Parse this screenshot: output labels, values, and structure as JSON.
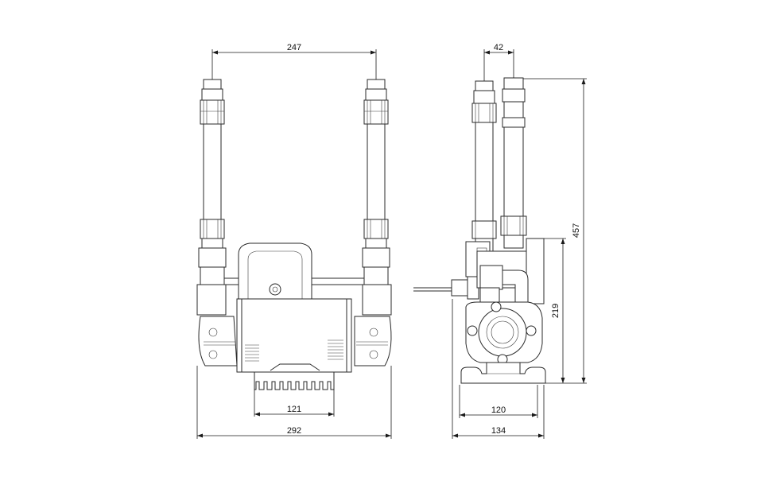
{
  "dimensions": {
    "front_pipe_spacing": "247",
    "front_base_width": "121",
    "front_overall_width": "292",
    "side_pipe_spacing": "42",
    "side_overall_height": "457",
    "side_inlet_height": "219",
    "side_foot_spacing": "120",
    "side_overall_width": "134"
  },
  "colors": {
    "line": "#2a2a2a",
    "background": "#ffffff"
  }
}
